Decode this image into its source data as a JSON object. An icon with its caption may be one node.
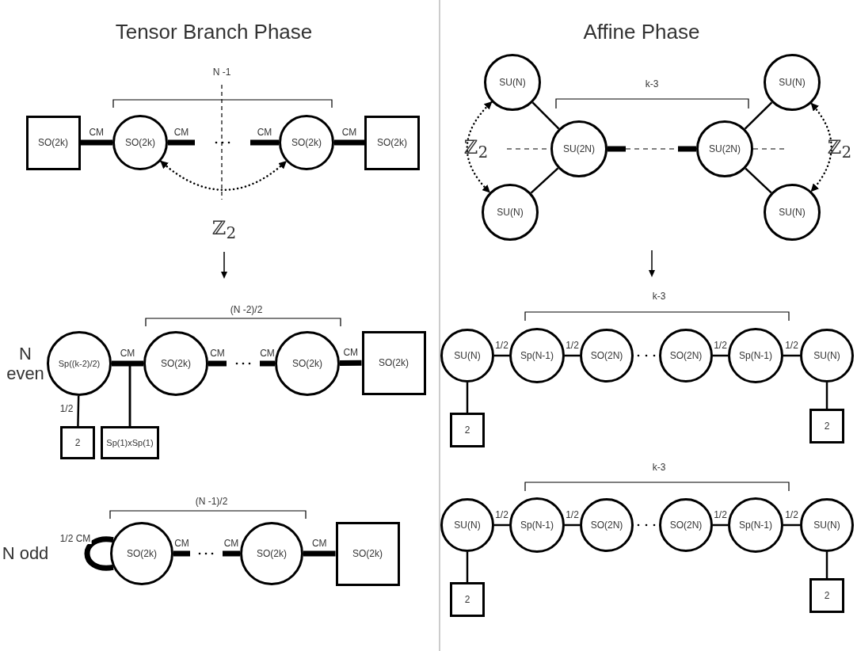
{
  "diagram": {
    "nodes": [
      {
        "text": [
          "SO(2k)"
        ]
      },
      {
        "text": [
          "SO(2k)"
        ]
      },
      {
        "text": [
          "SO(2k)"
        ]
      },
      {
        "text": [
          "SO(2k)"
        ]
      },
      {
        "text": [
          "Sp((k-2)/2)"
        ]
      },
      {
        "text": [
          "SO(2k)"
        ]
      },
      {
        "text": [
          "SO(2k)"
        ]
      },
      {
        "text": [
          "SO(2k)"
        ]
      },
      {
        "text": [
          "2"
        ]
      },
      {
        "text": [
          "Sp(1)xSp(1)"
        ]
      },
      {
        "text": [
          "SO(2k)"
        ]
      },
      {
        "text": [
          "SO(2k)"
        ]
      },
      {
        "text": [
          "SO(2k)"
        ]
      },
      {
        "text": [
          "SU(N)"
        ]
      },
      {
        "text": [
          "SU(N)"
        ]
      },
      {
        "text": [
          "SU(2N)"
        ]
      },
      {
        "text": [
          "SU(2N)"
        ]
      },
      {
        "text": [
          "SU(N)"
        ]
      },
      {
        "text": [
          "SU(N)"
        ]
      },
      {
        "text": [
          "SU(N)"
        ]
      },
      {
        "text": [
          "Sp(N-1)"
        ]
      },
      {
        "text": [
          "SO(2N)"
        ]
      },
      {
        "text": [
          "SO(2N)"
        ]
      },
      {
        "text": [
          "Sp(N-1)"
        ]
      },
      {
        "text": [
          "SU(N)"
        ]
      },
      {
        "text": [
          "2"
        ]
      },
      {
        "text": [
          "2"
        ]
      },
      {
        "text": [
          "SU(N)"
        ]
      },
      {
        "text": [
          "Sp(N-1)"
        ]
      },
      {
        "text": [
          "SO(2N)"
        ]
      },
      {
        "text": [
          "SO(2N)"
        ]
      },
      {
        "text": [
          "Sp(N-1)"
        ]
      },
      {
        "text": [
          "SU(N)"
        ]
      },
      {
        "text": [
          "2"
        ]
      },
      {
        "text": [
          "2"
        ]
      }
    ],
    "edges": [
      {
        "from": 0,
        "to": 1,
        "arrow": "none",
        "label": "CM",
        "style": "thick"
      },
      {
        "from": 1,
        "to": null,
        "arrow": "none",
        "label": "CM",
        "style": "thick"
      },
      {
        "from": null,
        "to": 2,
        "arrow": "none",
        "label": "CM",
        "style": "thick"
      },
      {
        "from": 2,
        "to": 3,
        "arrow": "none",
        "label": "CM",
        "style": "thick"
      },
      {
        "from": 1,
        "to": 2,
        "arrow": "both",
        "label": "ℤ$_{2}$",
        "style": "dashed"
      },
      {
        "from": 4,
        "to": 5,
        "arrow": "none",
        "label": "CM",
        "style": "thick"
      },
      {
        "from": 5,
        "to": null,
        "arrow": "none",
        "label": "CM",
        "style": "thick"
      },
      {
        "from": null,
        "to": 6,
        "arrow": "none",
        "label": "CM",
        "style": "thick"
      },
      {
        "from": 6,
        "to": 7,
        "arrow": "none",
        "label": "CM",
        "style": "thick"
      },
      {
        "from": 4,
        "to": 8,
        "arrow": "none",
        "label": "1/2"
      },
      {
        "from": 4,
        "to": 9,
        "arrow": "none"
      },
      {
        "from": 5,
        "to": 9,
        "arrow": "none"
      },
      {
        "from": 10,
        "to": 10,
        "arrow": "none",
        "label": "1/2 CM",
        "style": "thick"
      },
      {
        "from": 10,
        "to": null,
        "arrow": "none",
        "label": "CM",
        "style": "thick"
      },
      {
        "from": null,
        "to": 11,
        "arrow": "none",
        "label": "CM",
        "style": "thick"
      },
      {
        "from": 11,
        "to": 12,
        "arrow": "none",
        "label": "CM",
        "style": "thick"
      },
      {
        "from": 13,
        "to": 15,
        "arrow": "none"
      },
      {
        "from": 15,
        "to": 17,
        "arrow": "none"
      },
      {
        "from": 14,
        "to": 16,
        "arrow": "none"
      },
      {
        "from": 16,
        "to": 18,
        "arrow": "none"
      },
      {
        "from": 15,
        "to": null,
        "arrow": "none",
        "style": "thick"
      },
      {
        "from": null,
        "to": 16,
        "arrow": "none",
        "style": "thick"
      },
      {
        "from": 13,
        "to": 17,
        "arrow": "both",
        "label": "ℤ$_{2}$",
        "style": "dashed"
      },
      {
        "from": 14,
        "to": 18,
        "arrow": "both",
        "label": "ℤ$_{2}$",
        "style": "dashed"
      },
      {
        "from": 19,
        "to": 20,
        "arrow": "none",
        "label": "1/2"
      },
      {
        "from": 20,
        "to": 21,
        "arrow": "none",
        "label": "1/2"
      },
      {
        "from": 22,
        "to": 23,
        "arrow": "none",
        "label": "1/2"
      },
      {
        "from": 23,
        "to": 24,
        "arrow": "none",
        "label": "1/2"
      },
      {
        "from": 19,
        "to": 25,
        "arrow": "none"
      },
      {
        "from": 24,
        "to": 26,
        "arrow": "none"
      },
      {
        "from": 27,
        "to": 28,
        "arrow": "none",
        "label": "1/2"
      },
      {
        "from": 28,
        "to": 29,
        "arrow": "none",
        "label": "1/2"
      },
      {
        "from": 30,
        "to": 31,
        "arrow": "none",
        "label": "1/2"
      },
      {
        "from": 31,
        "to": 32,
        "arrow": "none",
        "label": "1/2"
      },
      {
        "from": 27,
        "to": 33,
        "arrow": "none"
      },
      {
        "from": 32,
        "to": 34,
        "arrow": "none"
      }
    ],
    "labels": [
      "Tensor Branch Phase",
      "Affine Phase",
      "N -1",
      "k-3",
      "N even",
      "(N -2)/2",
      "k-3",
      "N odd",
      "(N -1)/2",
      "k-3"
    ]
  }
}
